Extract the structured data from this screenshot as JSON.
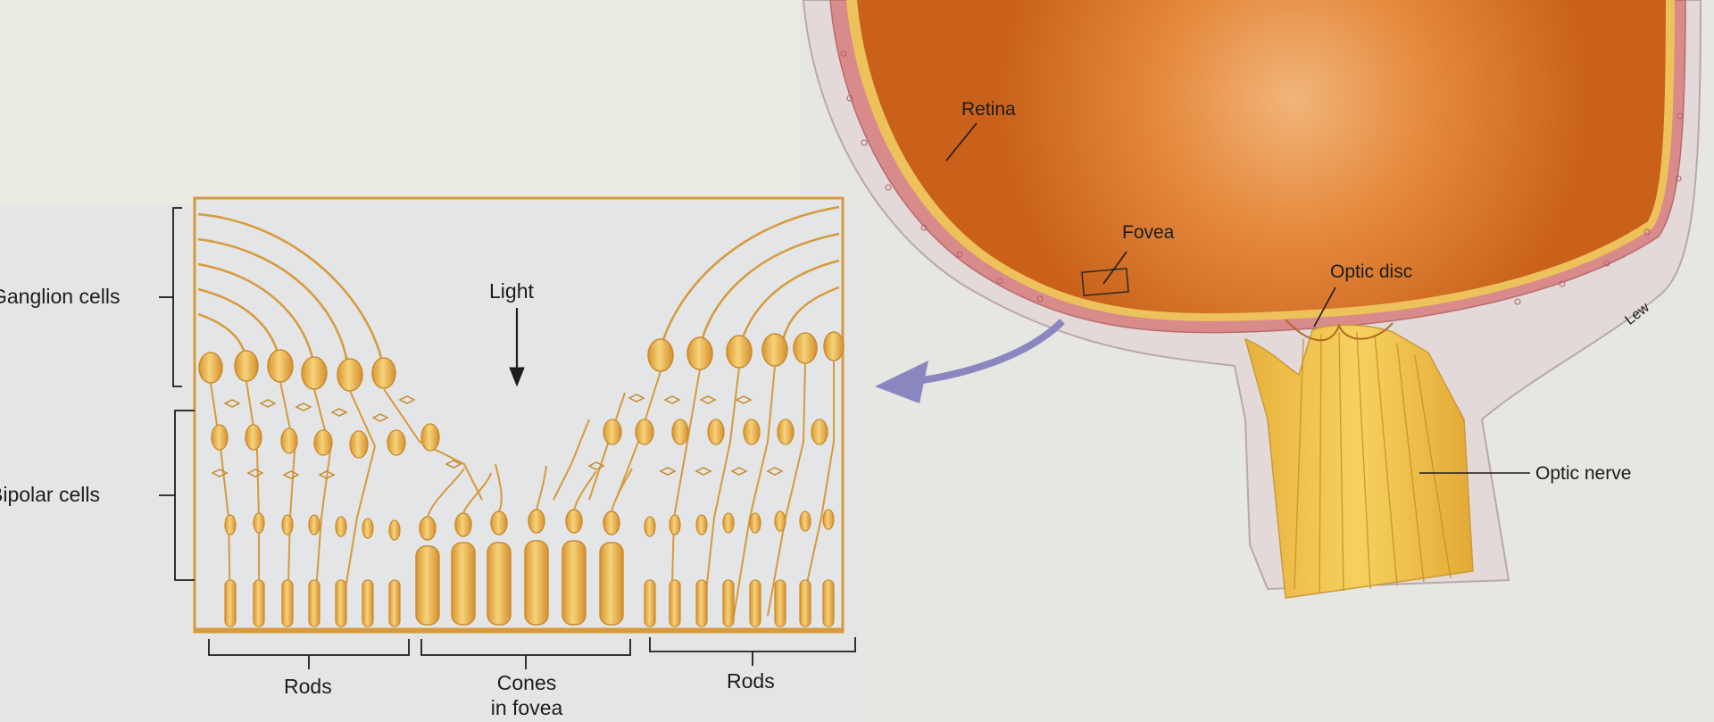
{
  "labels": {
    "ganglion_cells": "Ganglion cells",
    "bipolar_cells": "Bipolar cells",
    "light": "Light",
    "rods_left": "Rods",
    "cones_line1": "Cones",
    "cones_line2": "in fovea",
    "rods_right": "Rods",
    "retina": "Retina",
    "fovea": "Fovea",
    "optic_disc": "Optic disc",
    "optic_nerve": "Optic nerve",
    "artist_credit": "Lew"
  },
  "colors": {
    "background": "#e6e6e2",
    "panel_top_left": "#ebeae3",
    "inset_frame": "#d79a3c",
    "cell_fill": "#eab253",
    "cell_stroke": "#c98a2e",
    "eyeball": "#d5701e",
    "eyeball_highlight": "#f1b57a",
    "sclera": "#e3d9d9",
    "choroid": "#d98b8b",
    "optic_nerve_fibers": "#f0c14e",
    "arrow": "#8a86bf",
    "label_text": "#1c1c1c"
  }
}
